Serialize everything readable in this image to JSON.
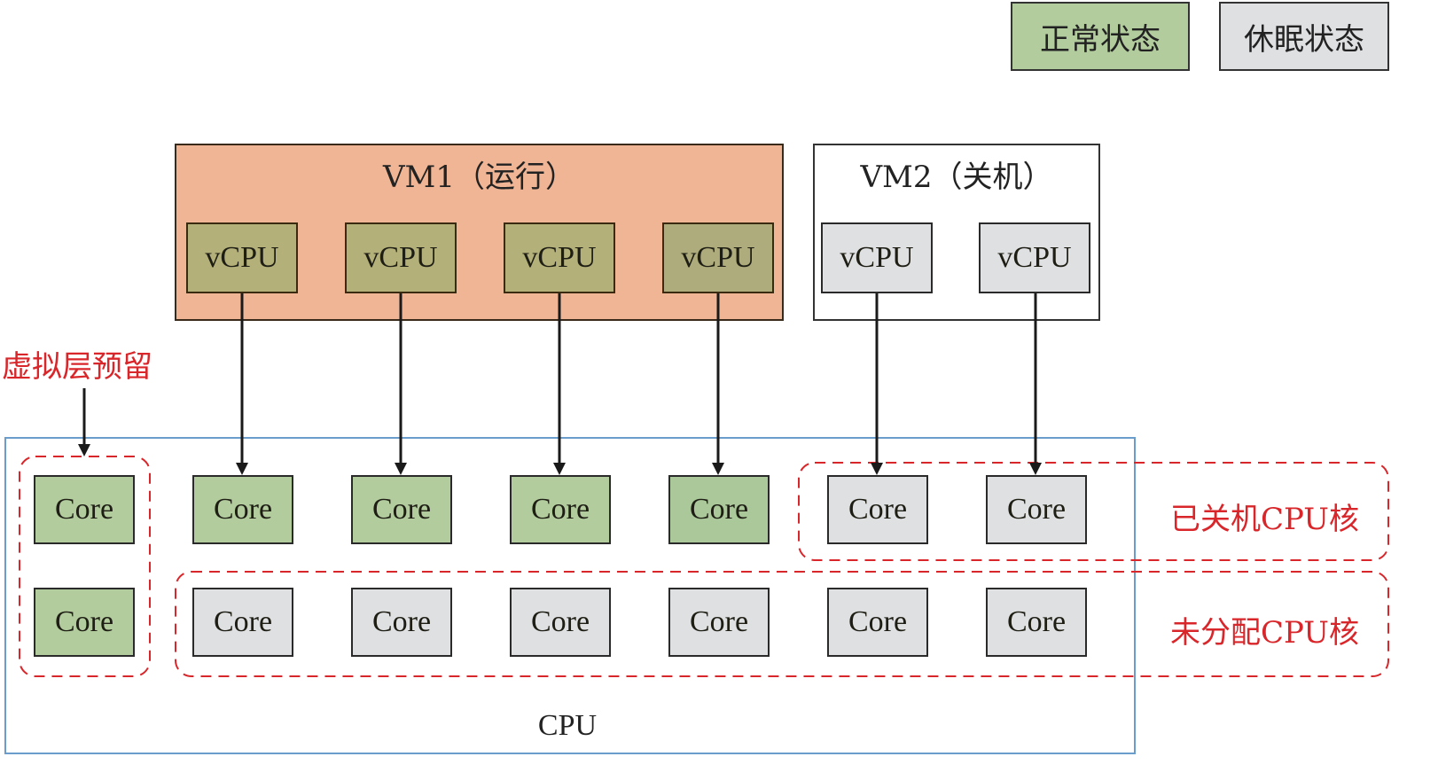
{
  "legend": {
    "normal": "正常状态",
    "sleep": "休眠状态",
    "colors": {
      "normal": "#b2cc9e",
      "sleep": "#dfe0e2"
    }
  },
  "vm1": {
    "title": "VM1（运行）",
    "vcpus": [
      "vCPU",
      "vCPU",
      "vCPU",
      "vCPU"
    ],
    "color": "#f0b594"
  },
  "vm2": {
    "title": "VM2（关机）",
    "vcpus": [
      "vCPU",
      "vCPU"
    ]
  },
  "cpu": {
    "label": "CPU",
    "row1": [
      "Core",
      "Core",
      "Core",
      "Core",
      "Core",
      "Core",
      "Core"
    ],
    "row2": [
      "Core",
      "Core",
      "Core",
      "Core",
      "Core",
      "Core",
      "Core"
    ]
  },
  "annotations": {
    "reserved": "虚拟层预留",
    "powered_off_cores": "已关机CPU核",
    "unallocated_cores": "未分配CPU核",
    "accent_color": "#d8262a"
  }
}
